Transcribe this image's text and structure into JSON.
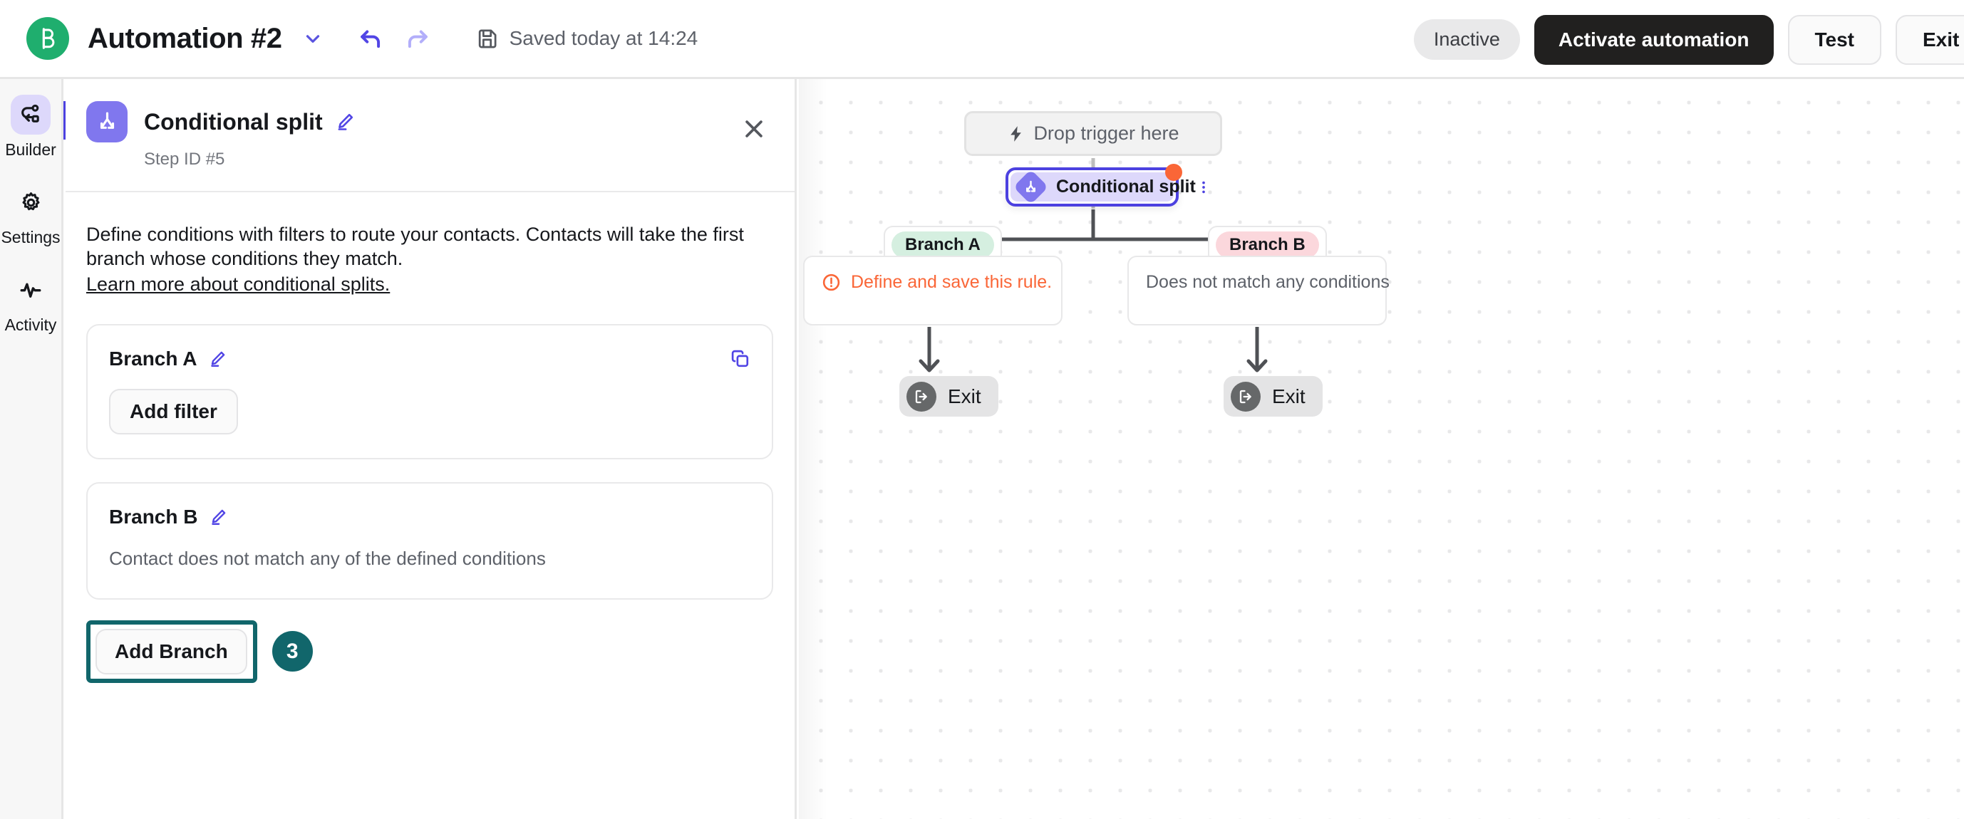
{
  "topbar": {
    "logo_icon": "brand-b-logo-icon",
    "title": "Automation #2",
    "caret_icon": "chevron-down-icon",
    "undo_icon": "undo-arrow-icon",
    "redo_icon": "redo-arrow-icon",
    "save_icon": "floppy-disk-icon",
    "save_text": "Saved today at 14:24",
    "status_badge": "Inactive",
    "activate_label": "Activate automation",
    "test_label": "Test",
    "exit_label": "Exit"
  },
  "rail": {
    "items": [
      {
        "label": "Builder",
        "icon": "flow-builder-icon",
        "active": true
      },
      {
        "label": "Settings",
        "icon": "gear-icon",
        "active": false
      },
      {
        "label": "Activity",
        "icon": "pulse-activity-icon",
        "active": false
      }
    ]
  },
  "panel": {
    "step_icon": "conditional-split-icon",
    "title": "Conditional split",
    "edit_icon": "pencil-edit-icon",
    "step_id": "Step ID #5",
    "close_icon": "close-x-icon",
    "description": "Define conditions with filters to route your contacts. Contacts will take the first branch whose conditions they match.",
    "learn_more": "Learn more about conditional splits.",
    "branch_a": {
      "name": "Branch A",
      "edit_icon": "pencil-edit-icon",
      "copy_icon": "duplicate-copy-icon",
      "add_filter_label": "Add filter"
    },
    "branch_b": {
      "name": "Branch B",
      "edit_icon": "pencil-edit-icon",
      "subtitle": "Contact does not match any of the defined conditions"
    },
    "add_branch_label": "Add Branch",
    "step_badge_number": "3"
  },
  "canvas": {
    "drop_trigger": {
      "label": "Drop trigger here",
      "icon": "lightning-bolt-icon"
    },
    "conditional_node": {
      "label": "Conditional split",
      "icon": "conditional-split-icon",
      "menu_icon": "kebab-menu-icon",
      "has_alert_dot": true
    },
    "branches": [
      {
        "chip": "Branch A",
        "chip_color": "#d5efe0",
        "card_text": "Define and save this rule.",
        "card_state": "warning",
        "warn_icon": "alert-circle-icon",
        "exit_label": "Exit",
        "exit_icon": "exit-door-arrow-icon"
      },
      {
        "chip": "Branch B",
        "chip_color": "#fbd7dc",
        "card_text": "Does not match any conditions",
        "card_state": "plain",
        "exit_label": "Exit",
        "exit_icon": "exit-door-arrow-icon"
      }
    ]
  },
  "colors": {
    "brand_green": "#1fae6e",
    "accent_purple": "#5145e5",
    "node_purple": "#4c41e0",
    "node_fill": "#ddd8fb",
    "alert_orange": "#fa6637",
    "highlight_teal": "#11666b"
  }
}
